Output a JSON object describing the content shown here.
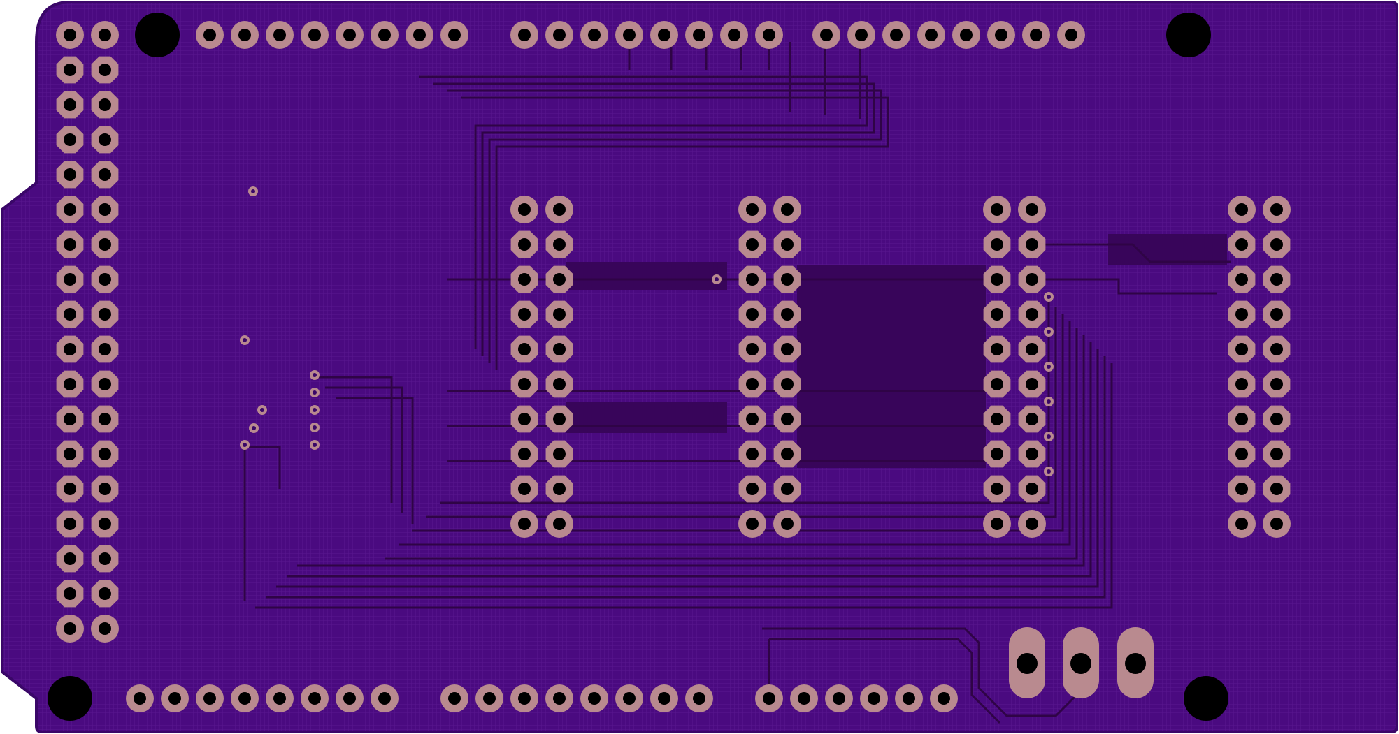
{
  "board": {
    "colors": {
      "substrate": "#4a0a80",
      "substrate_edge": "#3a0768",
      "copper_pour": "#36054f",
      "trace": "#2f0446",
      "pad": "#b98a8f",
      "drill": "#000000",
      "grid": "#5e1a95"
    },
    "layers": [
      "bottom-copper",
      "soldermask",
      "drill"
    ]
  }
}
